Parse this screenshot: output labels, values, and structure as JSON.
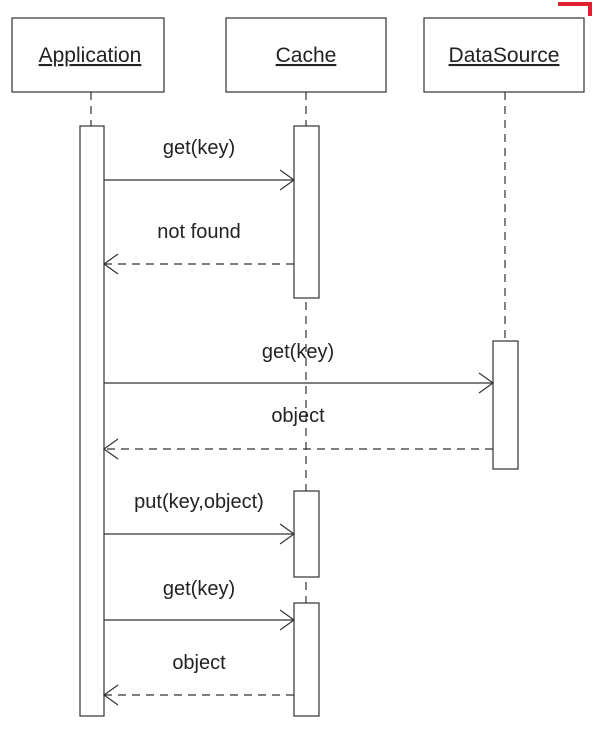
{
  "participants": [
    {
      "id": "app",
      "name": "Application"
    },
    {
      "id": "cache",
      "name": "Cache"
    },
    {
      "id": "ds",
      "name": "DataSource"
    }
  ],
  "messages": [
    {
      "label": "get(key)",
      "from": "app",
      "to": "cache",
      "style": "solid"
    },
    {
      "label": "not found",
      "from": "cache",
      "to": "app",
      "style": "dashed"
    },
    {
      "label": "get(key)",
      "from": "app",
      "to": "ds",
      "style": "solid"
    },
    {
      "label": "object",
      "from": "ds",
      "to": "app",
      "style": "dashed"
    },
    {
      "label": "put(key,object)",
      "from": "app",
      "to": "cache",
      "style": "solid"
    },
    {
      "label": "get(key)",
      "from": "app",
      "to": "cache",
      "style": "solid"
    },
    {
      "label": "object",
      "from": "cache",
      "to": "app",
      "style": "dashed"
    }
  ],
  "colors": {
    "line": "#333333",
    "corner_mark": "#e02030"
  }
}
